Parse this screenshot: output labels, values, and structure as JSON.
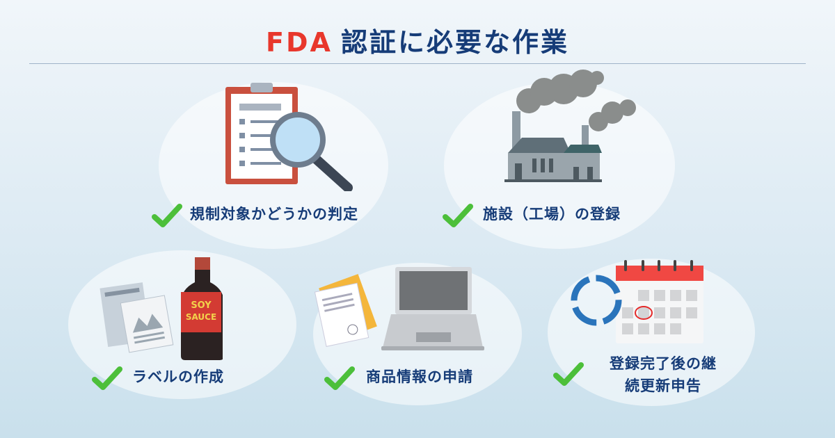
{
  "title": {
    "prefix": "FDA",
    "main": "認証に必要な作業"
  },
  "items": [
    {
      "label": "規制対象かどうかの判定",
      "icon": "clipboard-magnifier-icon"
    },
    {
      "label": "施設（工場）の登録",
      "icon": "factory-icon"
    },
    {
      "label": "ラベルの作成",
      "icon": "label-bottle-icon",
      "bottle_text": [
        "SOY",
        "SAUCE"
      ]
    },
    {
      "label": "商品情報の申請",
      "icon": "laptop-documents-icon"
    },
    {
      "label_lines": [
        "登録完了後の継",
        "続更新申告"
      ],
      "icon": "calendar-renewal-icon"
    }
  ],
  "colors": {
    "accent": "#e8372c",
    "navy": "#163c78",
    "check": "#4cbf3a"
  }
}
